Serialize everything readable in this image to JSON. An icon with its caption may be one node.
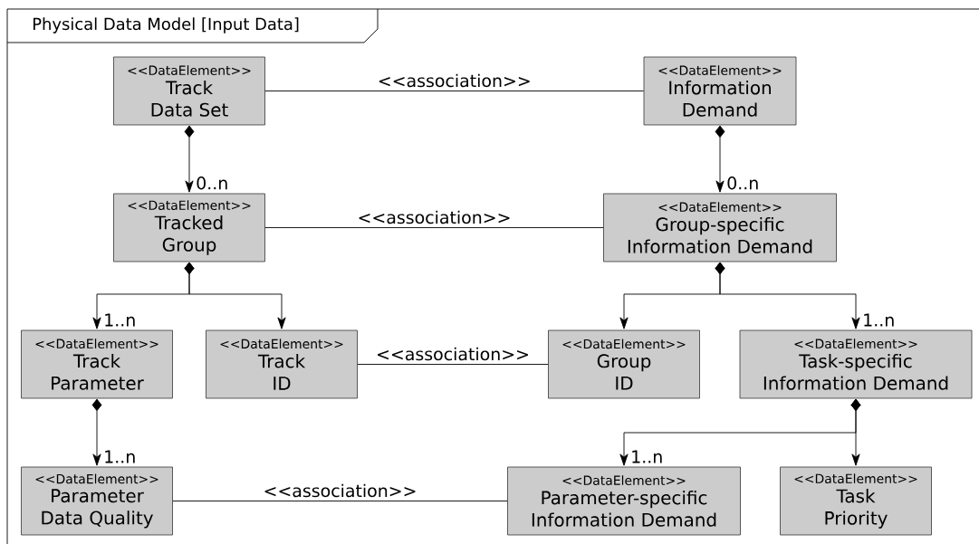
{
  "diagram": {
    "title": "Physical Data Model [Input Data]",
    "nodes": [
      {
        "text": [
          "<<DataElement>>",
          "Track Data Set"
        ]
      },
      {
        "text": [
          "<<DataElement>>",
          "Information Demand"
        ]
      },
      {
        "text": [
          "<<DataElement>>",
          "Tracked Group"
        ]
      },
      {
        "text": [
          "<<DataElement>>",
          "Group-specific Information Demand"
        ]
      },
      {
        "text": [
          "<<DataElement>>",
          "Track Parameter"
        ]
      },
      {
        "text": [
          "<<DataElement>>",
          "Track ID"
        ]
      },
      {
        "text": [
          "<<DataElement>>",
          "Group ID"
        ]
      },
      {
        "text": [
          "<<DataElement>>",
          "Task-specific Information Demand"
        ]
      },
      {
        "text": [
          "<<DataElement>>",
          "Parameter Data Quality"
        ]
      },
      {
        "text": [
          "<<DataElement>>",
          "Parameter-specific Information Demand"
        ]
      },
      {
        "text": [
          "<<DataElement>>",
          "Task Priority"
        ]
      }
    ],
    "edges": [
      {
        "from": 0,
        "to": 1,
        "arrow": "none",
        "label": "<<association>>"
      },
      {
        "from": 0,
        "to": 2,
        "arrow": "to",
        "label": "0..n"
      },
      {
        "from": 1,
        "to": 3,
        "arrow": "to",
        "label": "0..n"
      },
      {
        "from": 2,
        "to": 3,
        "arrow": "none",
        "label": "<<association>>"
      },
      {
        "from": 2,
        "to": 4,
        "arrow": "to",
        "label": "1..n"
      },
      {
        "from": 2,
        "to": 5,
        "arrow": "to"
      },
      {
        "from": 3,
        "to": 6,
        "arrow": "to"
      },
      {
        "from": 3,
        "to": 7,
        "arrow": "to",
        "label": "1..n"
      },
      {
        "from": 5,
        "to": 6,
        "arrow": "none",
        "label": "<<association>>"
      },
      {
        "from": 4,
        "to": 8,
        "arrow": "to",
        "label": "1..n"
      },
      {
        "from": 7,
        "to": 9,
        "arrow": "to",
        "label": "1..n"
      },
      {
        "from": 7,
        "to": 10,
        "arrow": "to"
      },
      {
        "from": 8,
        "to": 9,
        "arrow": "none",
        "label": "<<association>>"
      }
    ]
  }
}
